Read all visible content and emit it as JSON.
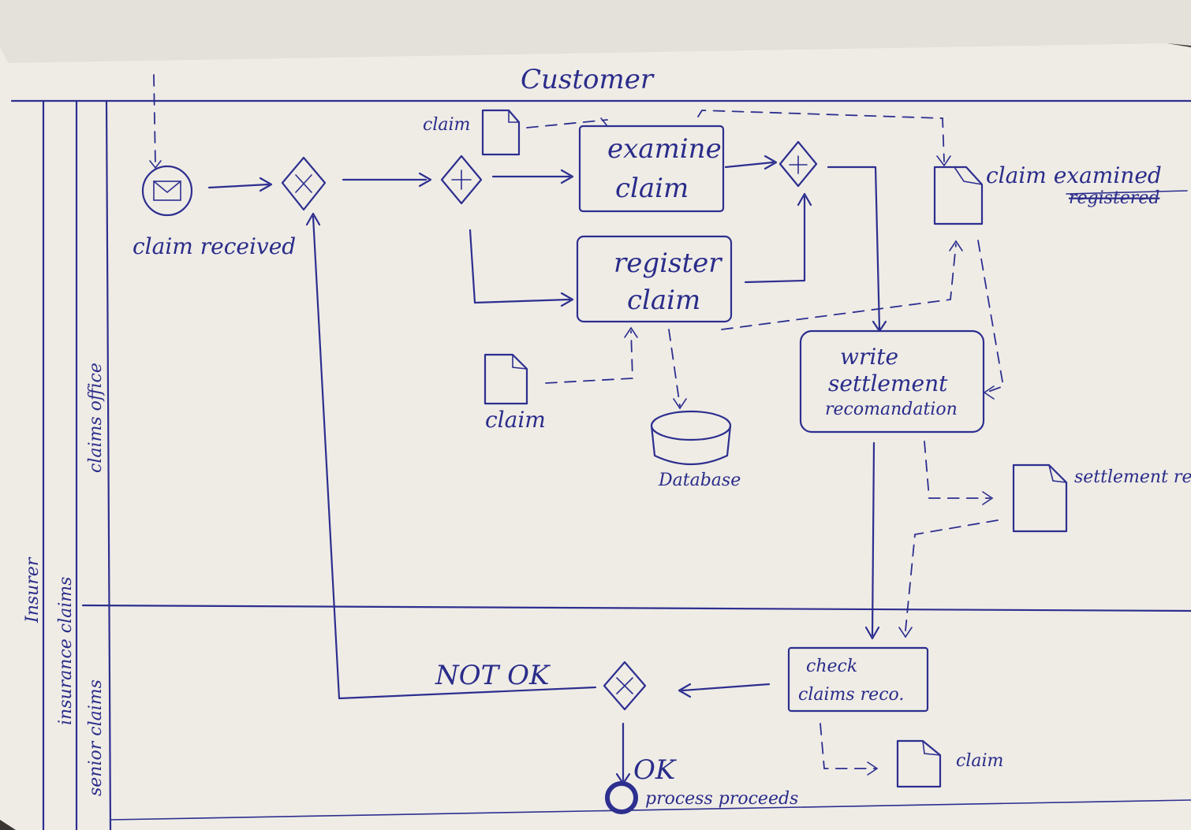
{
  "pool": {
    "name": "Insurer",
    "lane_group": "insurance claims",
    "lanes": [
      "claims office",
      "senior claims"
    ]
  },
  "external_participant": "Customer",
  "events": {
    "start": "claim received",
    "end_ok_label": "OK",
    "end_label": "process proceeds"
  },
  "tasks": {
    "examine": "examine claim",
    "register": "register claim",
    "write": "write settlement recomandation",
    "check": "check claims reco."
  },
  "artifacts": {
    "claim_top": "claim",
    "claim_left": "claim",
    "claim_examined": "claim examined",
    "claim_registered_struck": "registered",
    "database": "Database",
    "settlement_reco": "settlement recomond",
    "claim_bottom": "claim"
  },
  "flows": {
    "not_ok": "NOT OK"
  }
}
